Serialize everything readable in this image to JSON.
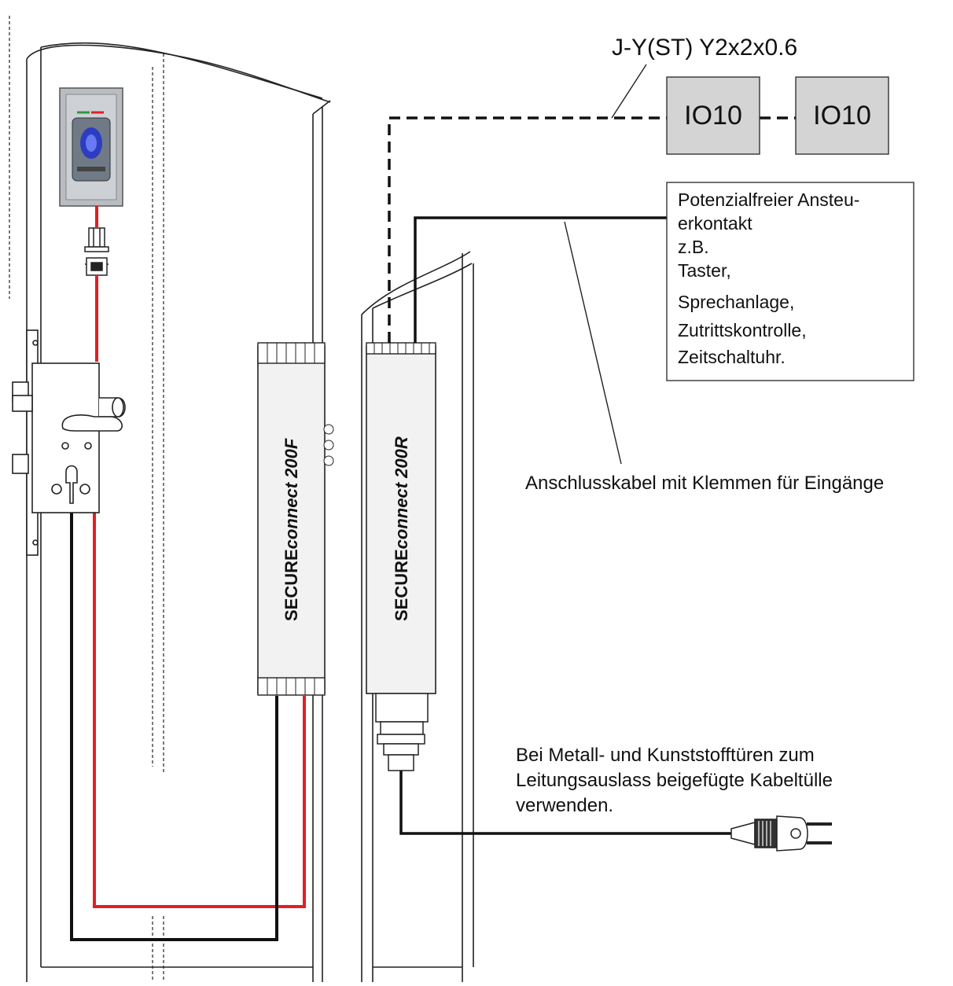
{
  "cable_spec": "J-Y(ST) Y2x2x0.6",
  "io_modules": [
    {
      "label": "IO10"
    },
    {
      "label": "IO10"
    }
  ],
  "contact_box": {
    "lines": [
      "Potenzialfreier Ansteu-",
      "erkontakt",
      "z.B.",
      "Taster,",
      "Sprechanlage,",
      "Zutrittskontrolle,",
      "Zeitschaltuhr."
    ]
  },
  "input_cable_label": "Anschlusskabel mit Klemmen für Eingänge",
  "grommet_note": {
    "lines": [
      "Bei Metall- und Kunststofftüren zum",
      "Leitungsauslass beigefügte Kabeltülle",
      "verwenden."
    ]
  },
  "devices": {
    "door_unit": {
      "prefix": "SECURE",
      "suffix": "connect 200F"
    },
    "frame_unit": {
      "prefix": "SECURE",
      "suffix": "connect 200R"
    }
  },
  "colors": {
    "red_wire": "#e31e24",
    "black_wire": "#111111",
    "io_box_fill": "#d4d4d4",
    "device_fill": "#f2f2f2",
    "fingerprint_blue": "#2233cc"
  },
  "icons": [
    "fingerprint-reader-icon",
    "connector-plug-icon",
    "mortise-lock-icon",
    "power-plug-icon",
    "cable-grommet-icon"
  ]
}
